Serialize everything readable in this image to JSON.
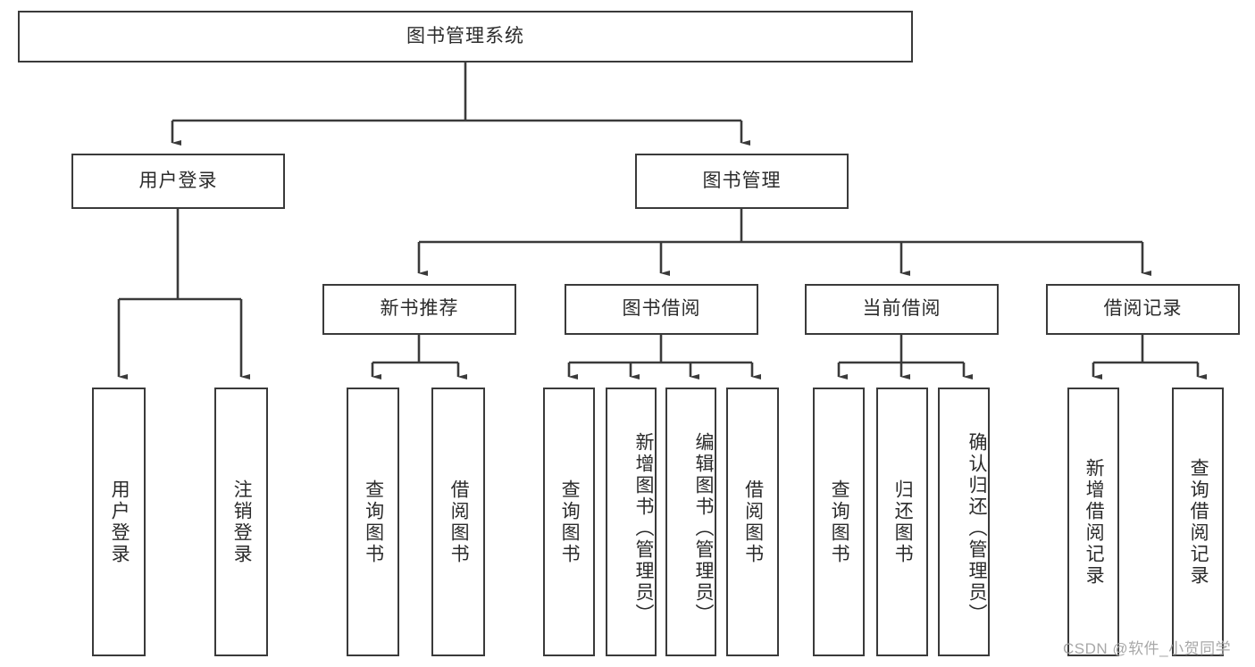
{
  "diagram": {
    "title": "图书管理系统",
    "root": {
      "label": "图书管理系统"
    },
    "level2": [
      {
        "label": "用户登录"
      },
      {
        "label": "图书管理"
      }
    ],
    "level3": [
      {
        "label": "新书推荐"
      },
      {
        "label": "图书借阅"
      },
      {
        "label": "当前借阅"
      },
      {
        "label": "借阅记录"
      }
    ],
    "leaves": {
      "user_login": [
        {
          "label": "用户登录"
        },
        {
          "label": "注销登录"
        }
      ],
      "new_book": [
        {
          "label": "查询图书"
        },
        {
          "label": "借阅图书"
        }
      ],
      "book_borrow": [
        {
          "label": "查询图书"
        },
        {
          "label": "新增图书（管理员）"
        },
        {
          "label": "编辑图书（管理员）"
        },
        {
          "label": "借阅图书"
        }
      ],
      "current_borrow": [
        {
          "label": "查询图书"
        },
        {
          "label": "归还图书"
        },
        {
          "label": "确认归还（管理员）"
        }
      ],
      "borrow_record": [
        {
          "label": "新增借阅记录"
        },
        {
          "label": "查询借阅记录"
        }
      ]
    }
  },
  "watermark": {
    "text": "CSDN @软件_小贺同学"
  },
  "colors": {
    "stroke": "#3a3a3a",
    "background": "#ffffff",
    "text": "#2b2b2b",
    "watermark": "#a8a8a8"
  }
}
